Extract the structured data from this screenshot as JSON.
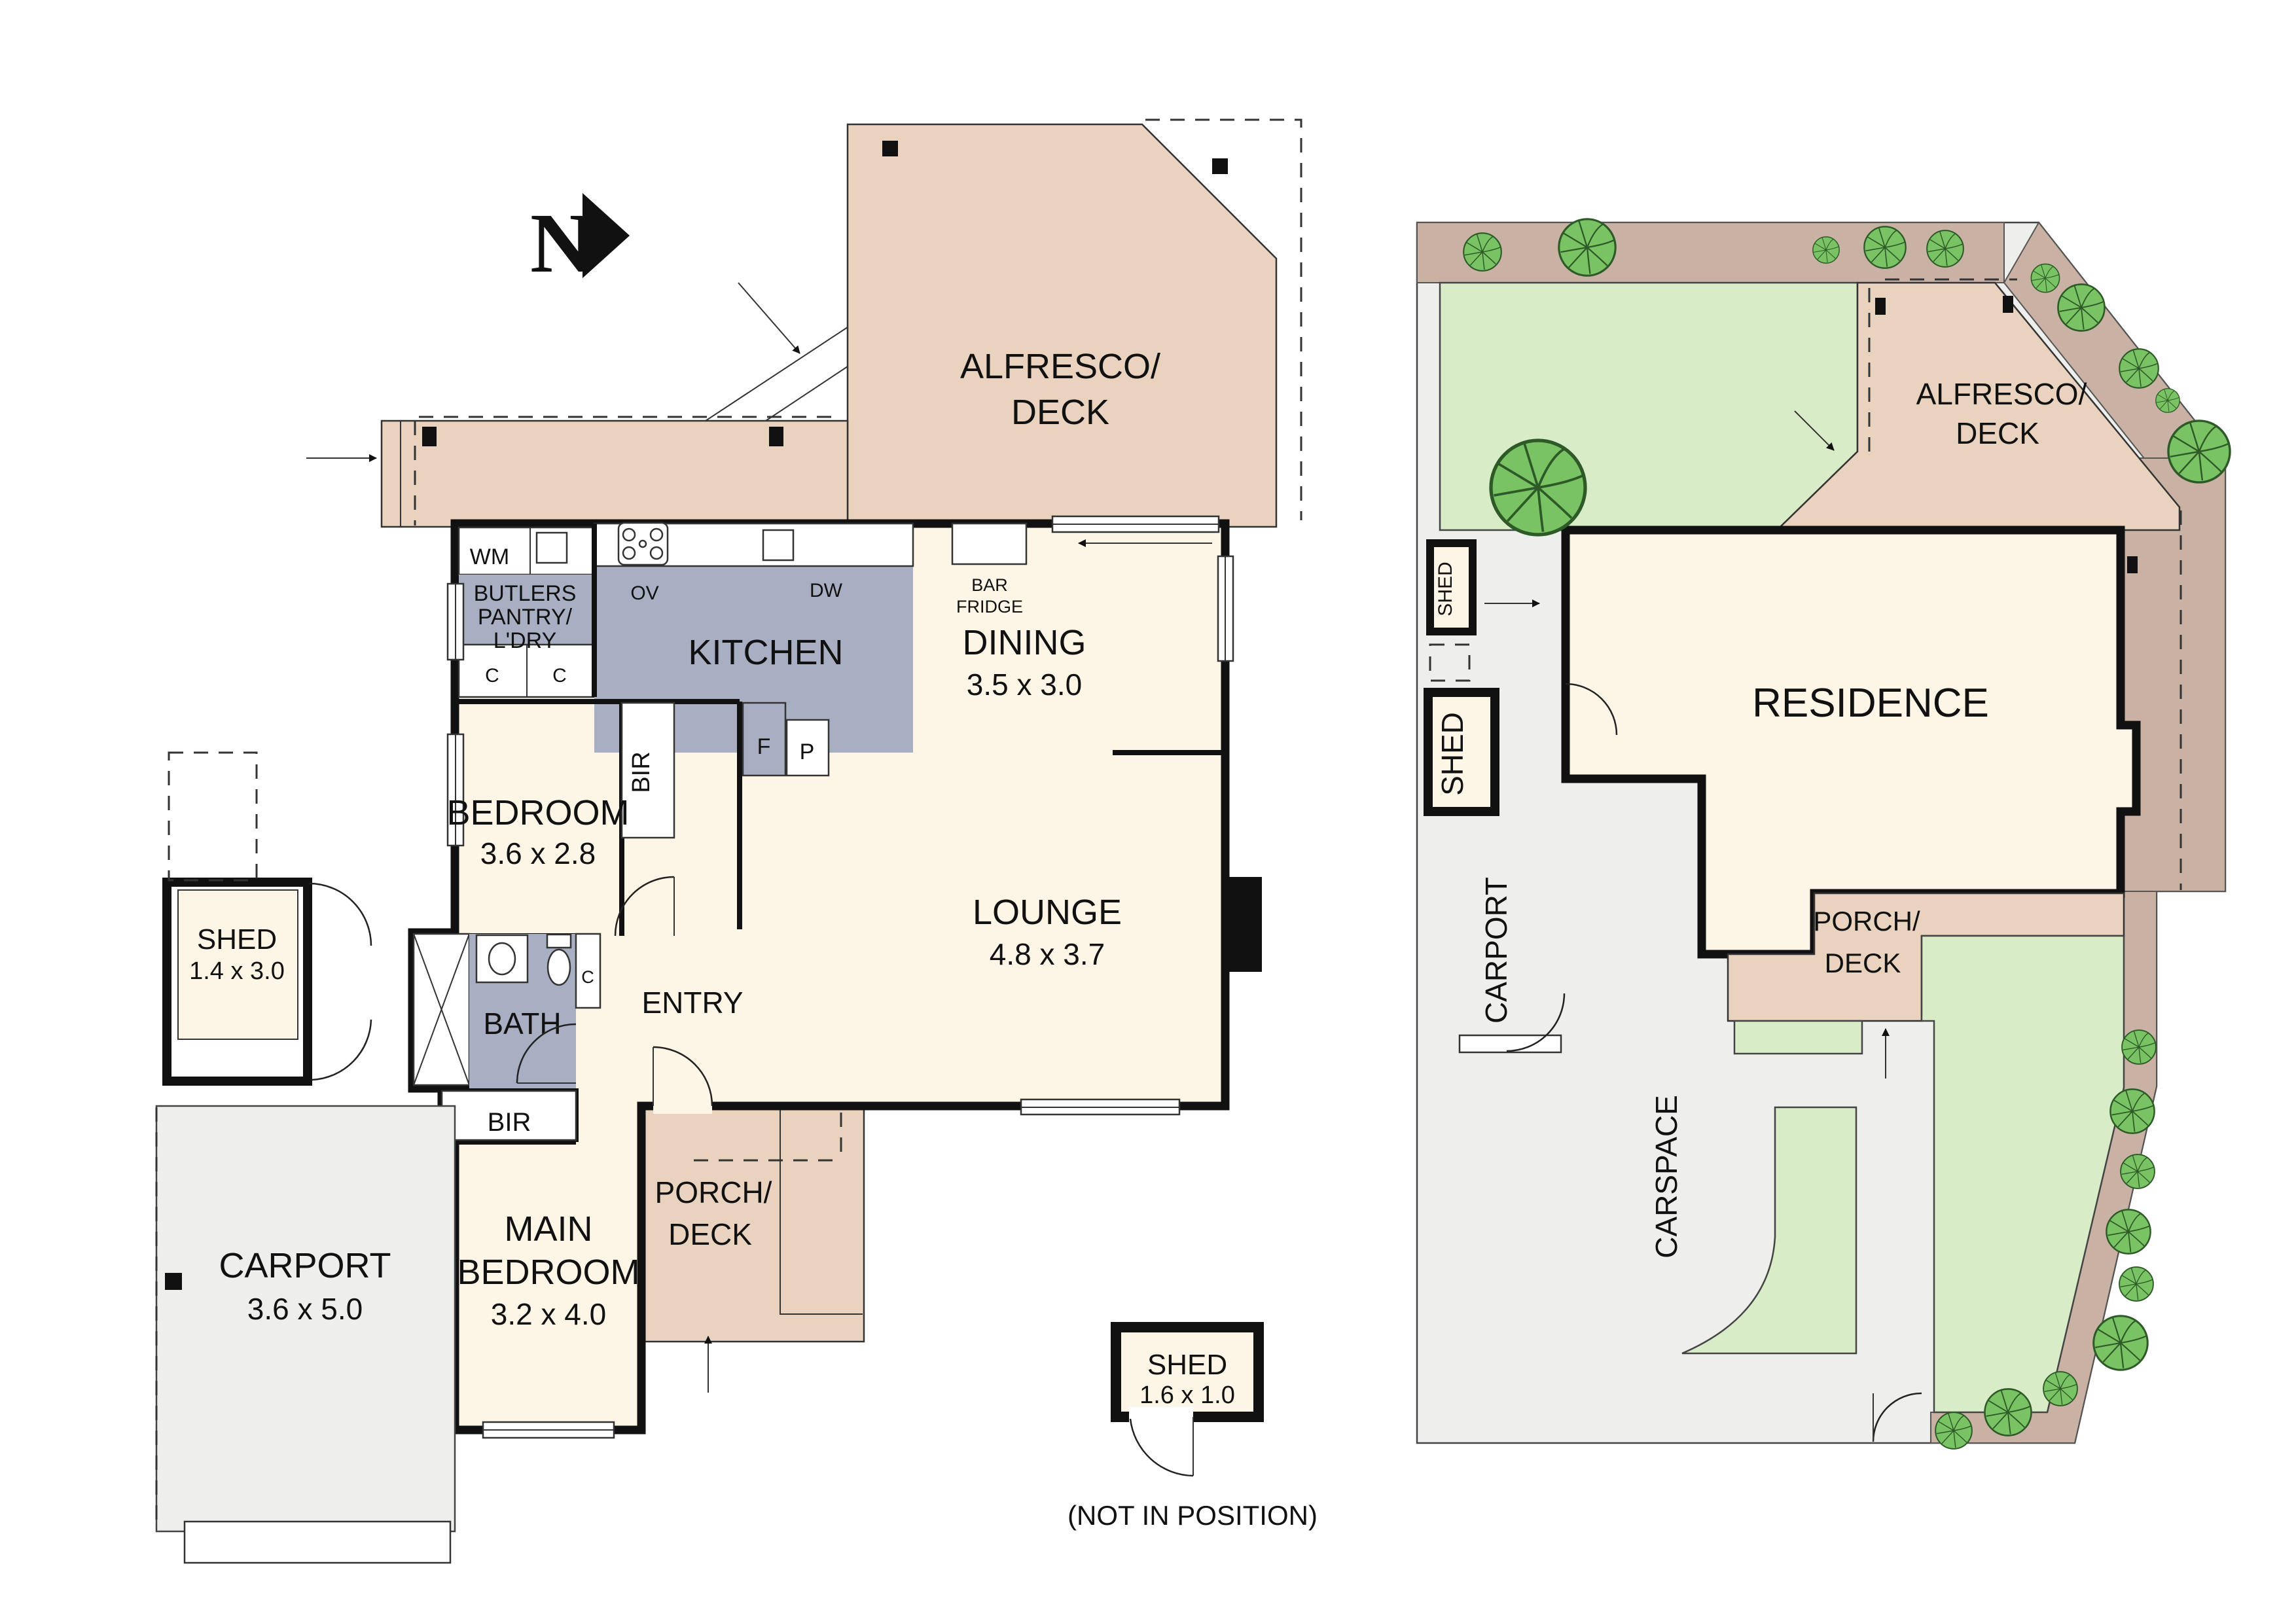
{
  "north": {
    "label": "N"
  },
  "floor_plan": {
    "alfresco": {
      "line1": "ALFRESCO/",
      "line2": "DECK"
    },
    "laundry": {
      "wm": "WM",
      "butlers1": "BUTLERS",
      "butlers2": "PANTRY/",
      "butlers3": "L'DRY",
      "c1": "C",
      "c2": "C"
    },
    "kitchen": {
      "name": "KITCHEN",
      "ov": "OV",
      "dw": "DW",
      "bar1": "BAR",
      "bar2": "FRIDGE",
      "f": "F",
      "p": "P"
    },
    "dining": {
      "name": "DINING",
      "dims": "3.5 x 3.0"
    },
    "bedroom": {
      "name": "BEDROOM",
      "dims": "3.6 x 2.8",
      "bir": "BIR"
    },
    "lounge": {
      "name": "LOUNGE",
      "dims": "4.8 x 3.7"
    },
    "entry": {
      "name": "ENTRY"
    },
    "bath": {
      "name": "BATH",
      "c": "C"
    },
    "hall": {
      "bir": "BIR"
    },
    "main_bedroom": {
      "line1": "MAIN",
      "line2": "BEDROOM",
      "dims": "3.2 x 4.0"
    },
    "porch": {
      "line1": "PORCH/",
      "line2": "DECK"
    },
    "shed": {
      "name": "SHED",
      "dims": "1.4 x 3.0"
    },
    "carport": {
      "name": "CARPORT",
      "dims": "3.6 x 5.0"
    },
    "loose_shed": {
      "name": "SHED",
      "dims": "1.6 x 1.0",
      "note": "(NOT IN POSITION)"
    }
  },
  "site_plan": {
    "residence": "RESIDENCE",
    "alfresco1": "ALFRESCO/",
    "alfresco2": "DECK",
    "porch1": "PORCH/",
    "porch2": "DECK",
    "shed_small": "SHED",
    "shed_large": "SHED",
    "carport": "CARPORT",
    "carspace": "CARSPACE"
  },
  "colors": {
    "deck": "#e9d3bf",
    "room": "#fdf5e6",
    "wet_area": "#a9afc2",
    "paving": "#eeeeec",
    "garden_bed": "#c9b2a4",
    "lawn": "#d9ecc8",
    "tree_fill": "#7ac364",
    "tree_line": "#2d5a27",
    "wall": "#111111"
  }
}
